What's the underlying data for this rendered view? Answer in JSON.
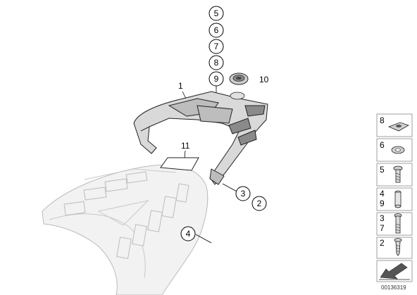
{
  "callouts_stack": [
    "5",
    "6",
    "7",
    "8",
    "9"
  ],
  "labels": {
    "part_1": "1",
    "part_10": "10",
    "part_11": "11",
    "part_3": "3",
    "part_2": "2",
    "part_4": "4"
  },
  "side_panel": [
    {
      "numbers": [
        "8"
      ],
      "icon": "clip-nut-icon"
    },
    {
      "numbers": [
        "6"
      ],
      "icon": "washer-icon"
    },
    {
      "numbers": [
        "5"
      ],
      "icon": "screw-short-icon"
    },
    {
      "numbers": [
        "4",
        "9"
      ],
      "icon": "spacer-sleeve-icon"
    },
    {
      "numbers": [
        "3",
        "7"
      ],
      "icon": "bolt-long-icon"
    },
    {
      "numbers": [
        "2"
      ],
      "icon": "screw-icon"
    },
    {
      "numbers": [],
      "icon": "direction-arrow-icon"
    }
  ],
  "diagram_code": "00136319"
}
